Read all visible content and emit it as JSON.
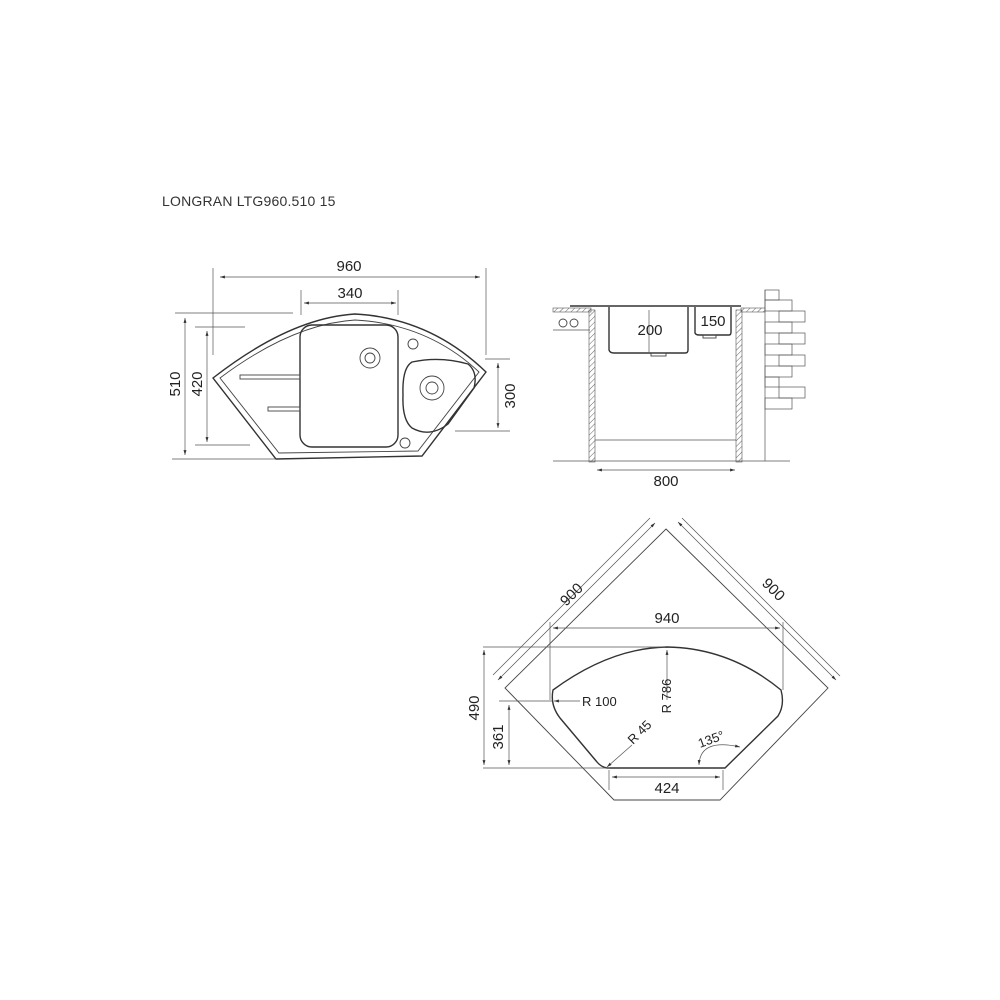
{
  "title": "LONGRAN LTG960.510 15",
  "top_view": {
    "width": "960",
    "bowl_width": "340",
    "depth": "510",
    "inner_depth": "420",
    "small_bowl": "300"
  },
  "side_view": {
    "bowl_depth_main": "200",
    "bowl_depth_small": "150",
    "cabinet_width": "800"
  },
  "corner_view": {
    "side_left": "900",
    "side_right": "900",
    "overall_width": "940",
    "overall_depth": "490",
    "left_depth": "361",
    "front_width": "424",
    "radius_large": "R 786",
    "radius_side": "R 100",
    "radius_corner": "R 45",
    "angle": "135°"
  }
}
